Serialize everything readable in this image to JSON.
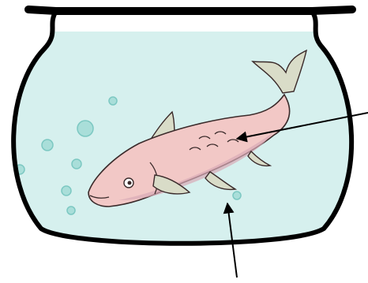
{
  "diagram": {
    "subject": "fish-in-fishbowl",
    "colors": {
      "water": "#d6f0ee",
      "bowl_outline": "#000000",
      "fish_body": "#f2c8c6",
      "fish_shade": "#d9a9b6",
      "fish_outline": "#3a2a2a",
      "bubble_fill": "#a9ded9",
      "bubble_stroke": "#7cc8c2",
      "arrow": "#000000",
      "background": "#ffffff"
    },
    "pointers": [
      "arrow-to-fish",
      "arrow-to-water"
    ]
  }
}
